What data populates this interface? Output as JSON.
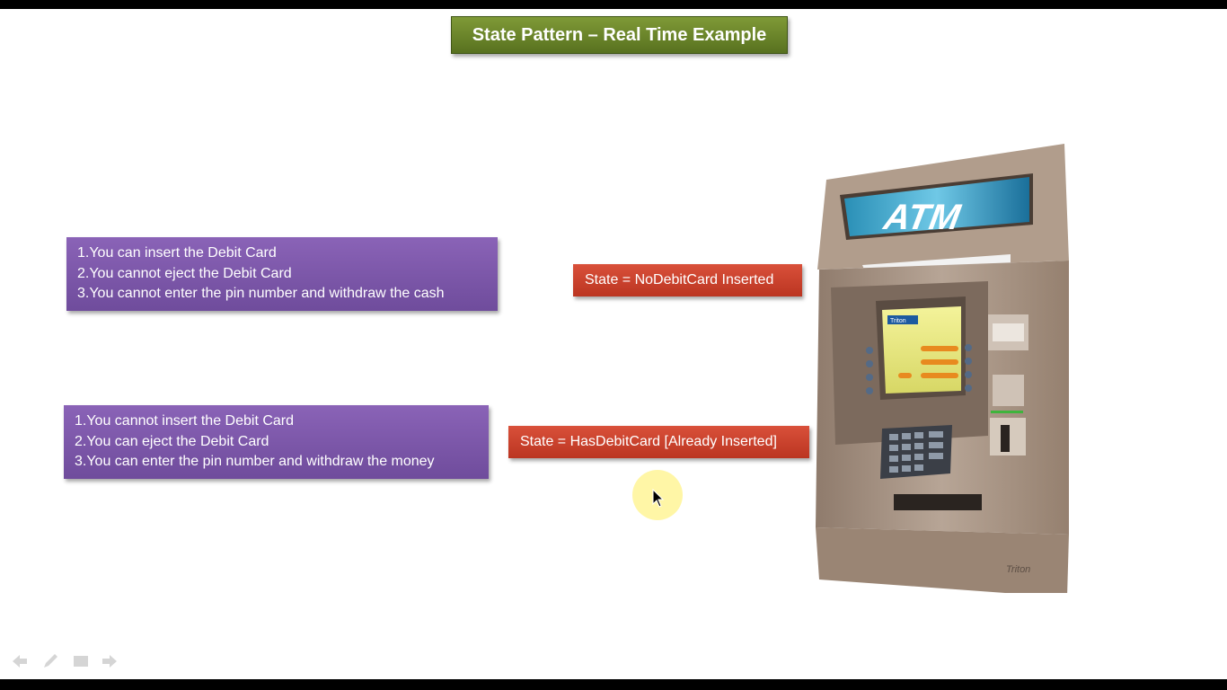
{
  "slide": {
    "title": "State Pattern – Real Time Example",
    "box1": {
      "lines": [
        "1.You can insert the Debit Card",
        "2.You cannot eject the Debit Card",
        "3.You cannot enter the pin number and withdraw the cash"
      ],
      "state": "State = NoDebitCard Inserted"
    },
    "box2": {
      "lines": [
        "1.You cannot insert the Debit Card",
        "2.You can eject the Debit Card",
        "3.You can enter the pin number and withdraw the money"
      ],
      "state": "State = HasDebitCard [Already Inserted]"
    },
    "atm": {
      "sign": "ATM",
      "brand": "Triton",
      "screen_brand": "Triton"
    }
  },
  "colors": {
    "title_bg": "#6a8629",
    "purple_box": "#7b57a8",
    "red_box": "#c8412b",
    "atm_body": "#a89382"
  },
  "icons": {
    "nav": [
      "back-arrow-icon",
      "pen-icon",
      "menu-icon",
      "forward-arrow-icon"
    ],
    "pointer": "mouse-cursor-icon"
  }
}
